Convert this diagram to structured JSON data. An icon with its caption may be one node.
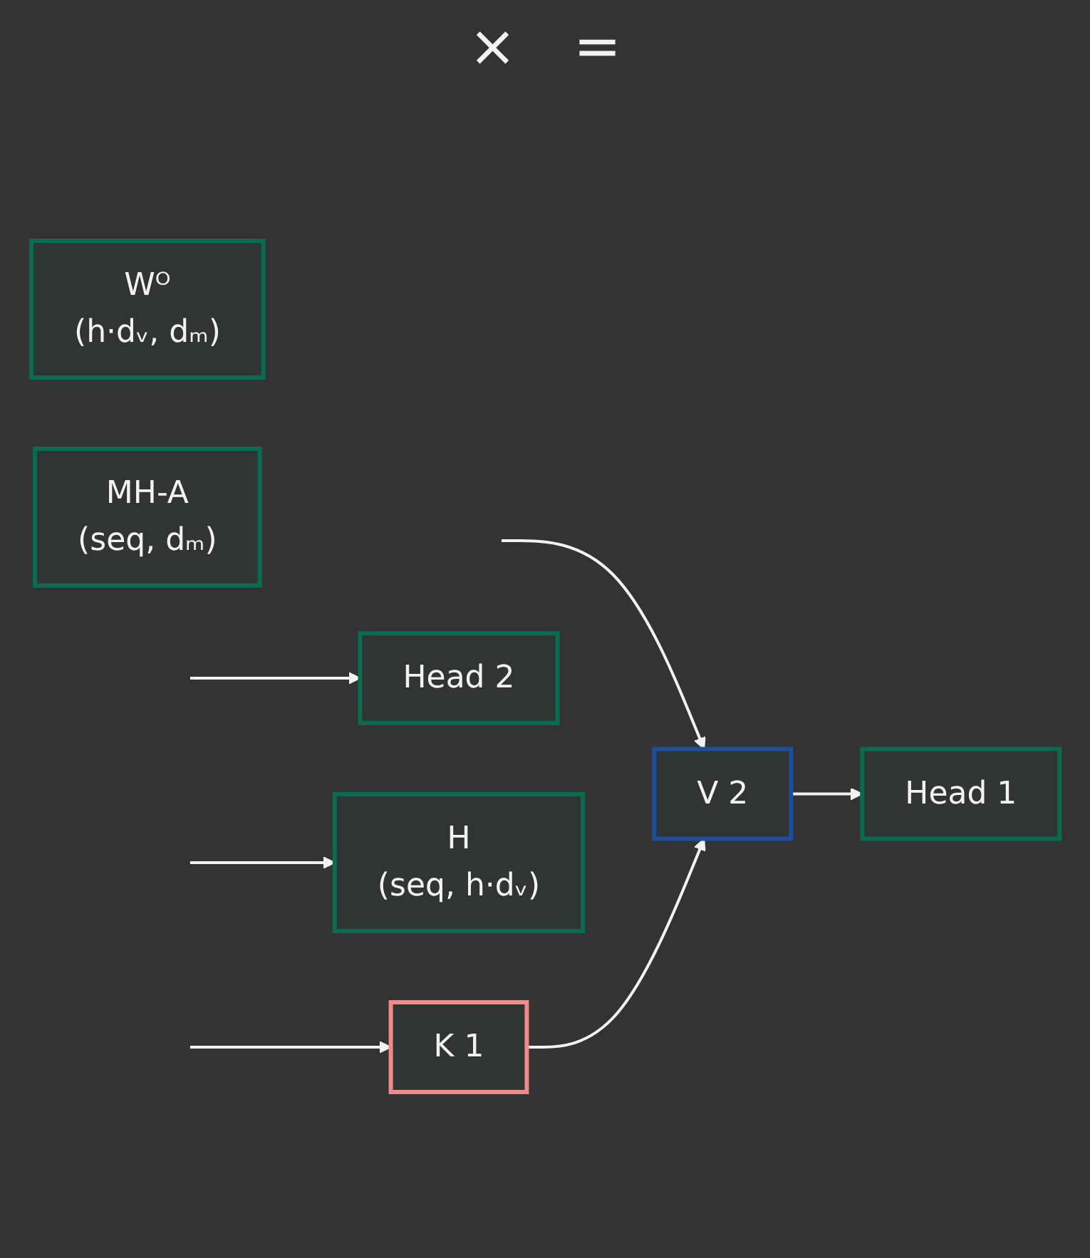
{
  "diagram": {
    "nodes": [
      {
        "text": [
          "K 1"
        ]
      },
      {
        "text": [
          "V 2"
        ]
      },
      {
        "text": [
          "Head 1"
        ]
      },
      {
        "text": [
          "Head 2"
        ]
      },
      {
        "text": [
          "H",
          "(seq, h·dᵥ)"
        ]
      },
      {
        "text": [
          "Wᴼ",
          "(h·dᵥ, dₘ)"
        ]
      },
      {
        "text": [
          "MH-A",
          "(seq, dₘ)"
        ]
      }
    ],
    "edges": [
      {
        "from": null,
        "to": 0,
        "arrow": "to"
      },
      {
        "from": null,
        "to": 1,
        "arrow": "to"
      },
      {
        "from": 0,
        "to": 1,
        "arrow": "to"
      },
      {
        "from": 1,
        "to": 2,
        "arrow": "to"
      },
      {
        "from": null,
        "to": 3,
        "arrow": "to"
      },
      {
        "from": null,
        "to": 4,
        "arrow": "to"
      }
    ],
    "labels": [
      "×",
      "="
    ]
  }
}
